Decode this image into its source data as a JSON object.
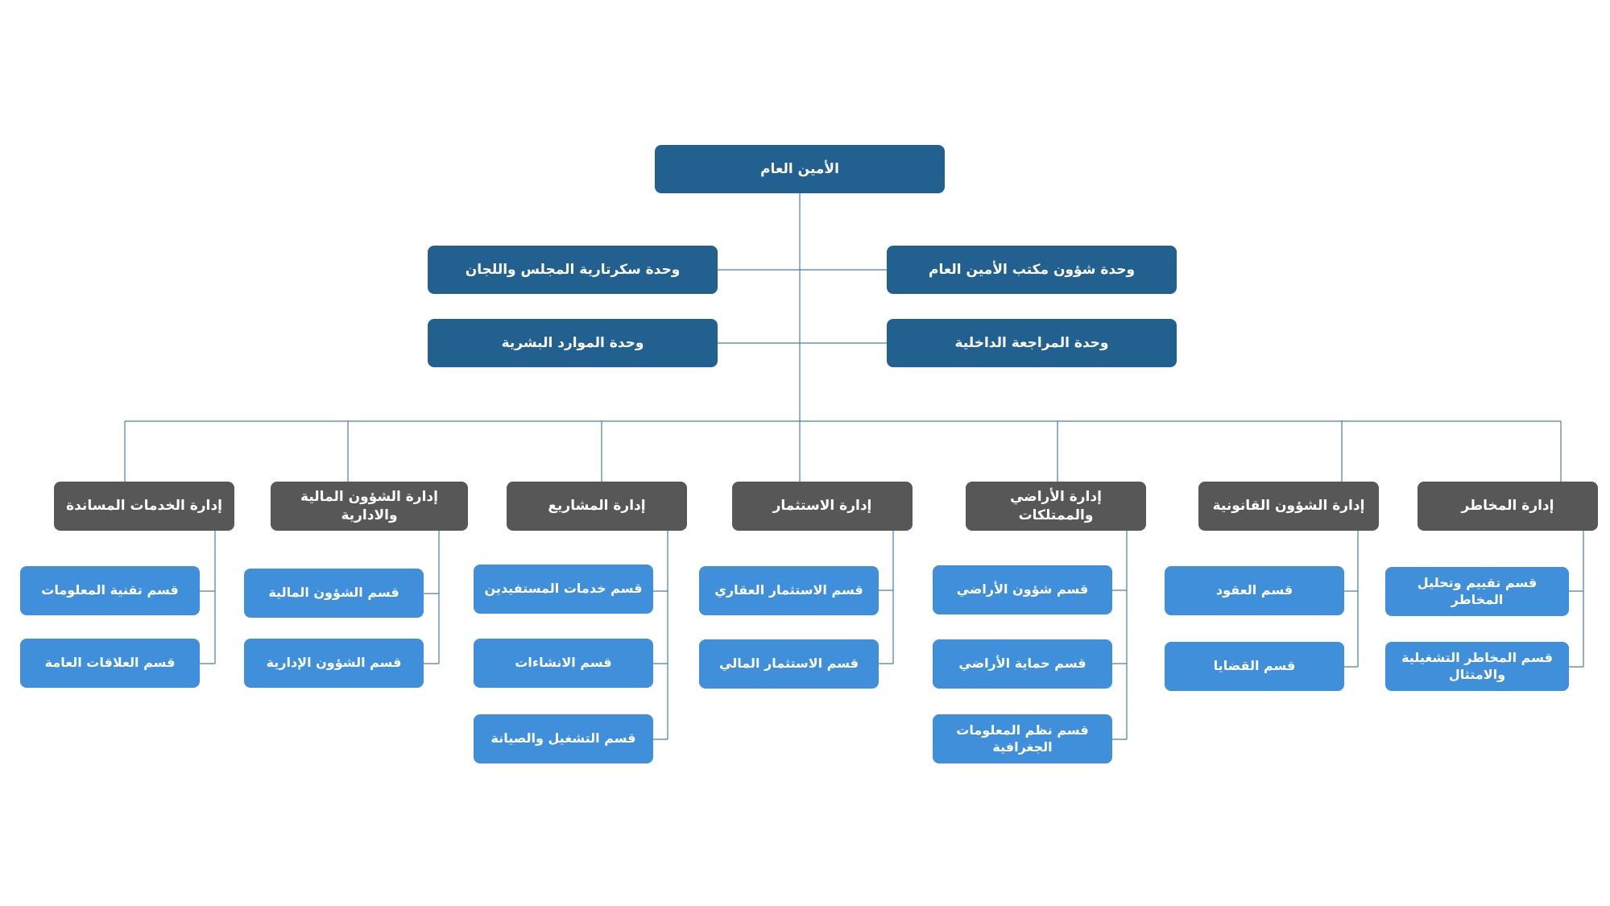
{
  "colors": {
    "top_units": "#21608f",
    "departments": "#575757",
    "sections": "#3f8fdb",
    "connector": "#4a7fa7"
  },
  "root": {
    "title": "الأمين العام"
  },
  "units_right": [
    "وحدة شؤون مكتب الأمين العام",
    "وحدة المراجعة الداخلية"
  ],
  "units_left": [
    "وحدة سكرتارية المجلس واللجان",
    "وحدة الموارد البشرية"
  ],
  "departments": [
    {
      "title": "إدارة المخاطر",
      "sections": [
        "قسم تقييم وتحليل المخاطر",
        "قسم المخاطر التشغيلية والامتثال"
      ]
    },
    {
      "title": "إدارة الشؤون القانونية",
      "sections": [
        "قسم العقود",
        "قسم القضايا"
      ]
    },
    {
      "title": "إدارة الأراضي والممتلكات",
      "sections": [
        "قسم شؤون الأراضي",
        "قسم حماية الأراضي",
        "قسم نظم المعلومات الجغرافية"
      ]
    },
    {
      "title": "إدارة الاستثمار",
      "sections": [
        "قسم الاستثمار العقاري",
        "قسم الاستثمار المالي"
      ]
    },
    {
      "title": "إدارة المشاريع",
      "sections": [
        "قسم خدمات المستفيدين",
        "قسم الانشاءات",
        "قسم التشغيل والصيانة"
      ]
    },
    {
      "title": "إدارة الشؤون المالية والادارية",
      "sections": [
        "قسم الشؤون المالية",
        "قسم الشؤون الإدارية"
      ]
    },
    {
      "title": "إدارة الخدمات المساندة",
      "sections": [
        "قسم تقنية المعلومات",
        "قسم العلاقات العامة"
      ]
    }
  ]
}
